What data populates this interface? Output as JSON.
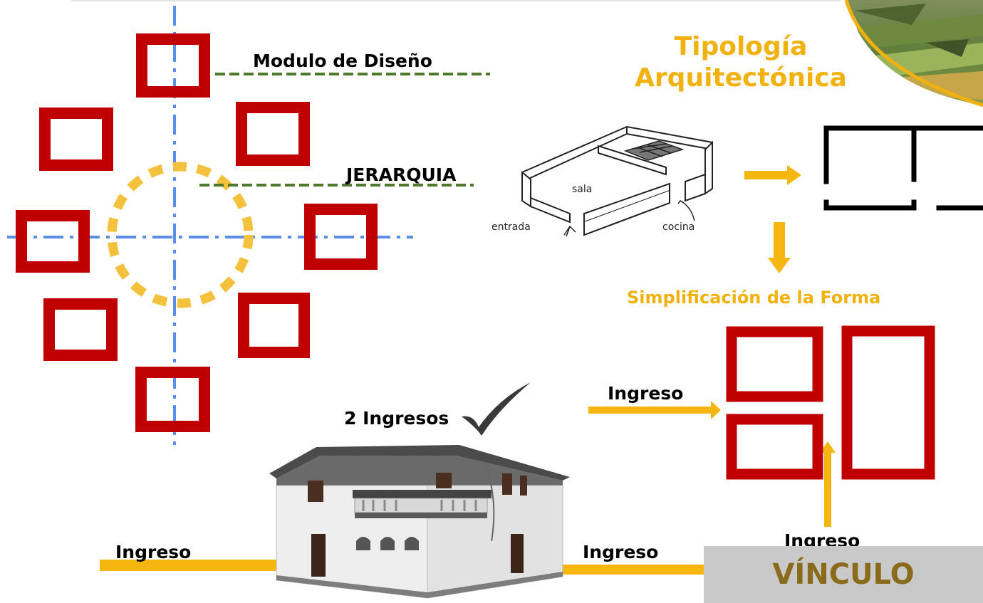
{
  "title_lines": [
    "Tipología",
    "Arquitectónica"
  ],
  "labels": {
    "modulo": "Modulo de Diseño",
    "jerarquia": "JERARQUIA",
    "simplificacion": "Simplificación de la Forma",
    "ingreso_mid": "Ingreso",
    "dos_ingresos": "2 Ingresos",
    "ingreso_left": "Ingreso",
    "ingreso_bottom": "Ingreso",
    "ingreso_right": "Ingreso",
    "vinculo": "VÍNCULO"
  },
  "sketch_labels": {
    "sala": "sala",
    "entrada": "entrada",
    "cocina": "cocina"
  },
  "colors": {
    "module_red": "#c00000",
    "axis_blue": "#5b8ee6",
    "hierarchy_yellow": "#f3c13c",
    "leader_green": "#4f7a2e",
    "arrow_gold": "#f5b70f",
    "title_gold": "#f1b20f",
    "vinculo_bg": "#c9c9c9",
    "vinculo_text": "#8a6a1b"
  },
  "icons": [
    "checkmark-icon",
    "landscape-photo",
    "house-photo",
    "floorplan-sketch"
  ]
}
